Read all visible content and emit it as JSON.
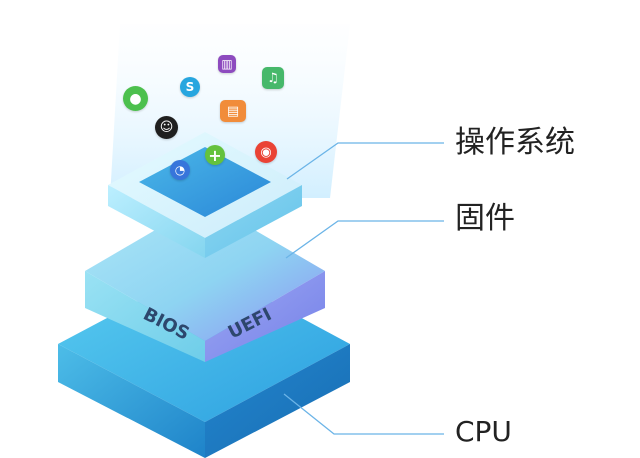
{
  "layers": {
    "os": {
      "label": "操作系统"
    },
    "firmware": {
      "label": "固件",
      "left_face": "BIOS",
      "right_face": "UEFI"
    },
    "cpu": {
      "label": "CPU"
    }
  },
  "colors": {
    "accent": "#2f8de0",
    "light_blue": "#7fc8f1",
    "cyan": "#59cbe8",
    "purple_blue": "#8b97f1",
    "line": "#6bb4e7",
    "text": "#222222"
  },
  "icons": [
    {
      "name": "wechat-icon",
      "glyph": "●",
      "color": "#4cc04d"
    },
    {
      "name": "skype-icon",
      "glyph": "S",
      "color": "#27a6df"
    },
    {
      "name": "winrar-icon",
      "glyph": "▥",
      "color": "#8d4bbf"
    },
    {
      "name": "music-icon",
      "glyph": "♫",
      "color": "#46b86a"
    },
    {
      "name": "qq-icon",
      "glyph": "☺",
      "color": "#1f1f1f"
    },
    {
      "name": "store-icon",
      "glyph": "▤",
      "color": "#f18c3a"
    },
    {
      "name": "plus-icon",
      "glyph": "+",
      "color": "#64c23d"
    },
    {
      "name": "chrome-icon",
      "glyph": "◉",
      "color": "#ea4335"
    },
    {
      "name": "media-icon",
      "glyph": "◔",
      "color": "#3775db"
    }
  ]
}
